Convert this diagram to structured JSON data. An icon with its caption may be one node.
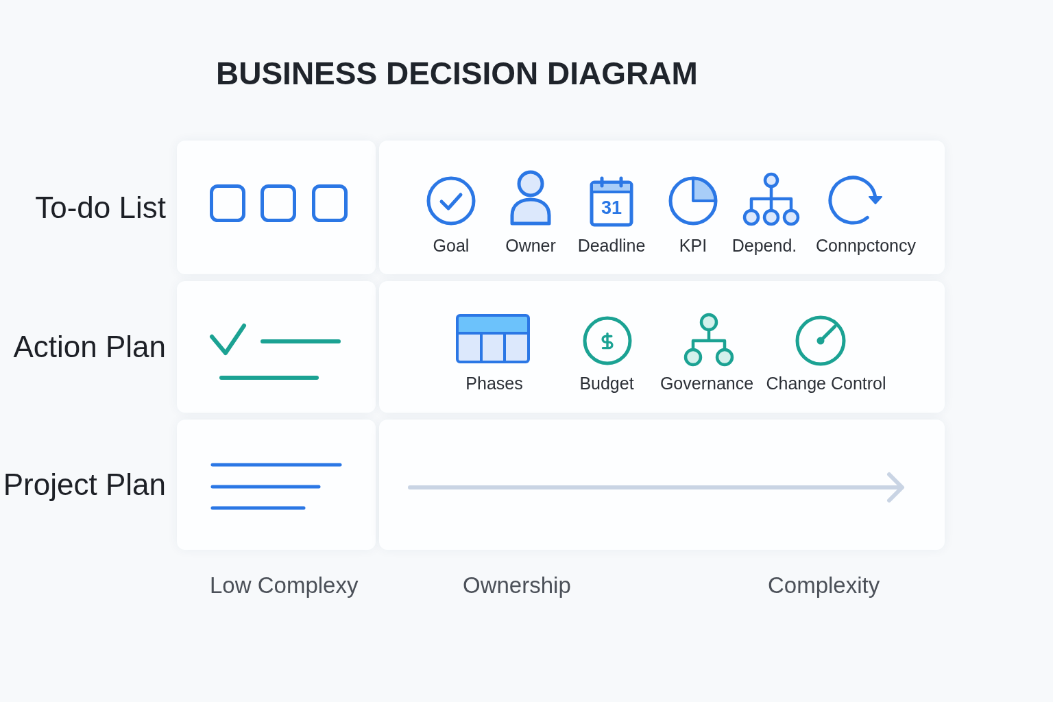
{
  "diagram": {
    "title": "BUSINESS DECISION DIAGRAM",
    "nodes": [
      {
        "text": [],
        "shape": "box",
        "beside": [
          "To-do List"
        ]
      },
      {
        "text": [
          "Goal",
          "Owner",
          "Deadline",
          "KPI",
          "Depend.",
          "Connpctoncy"
        ]
      },
      {
        "text": [],
        "shape": "box",
        "beside": [
          "Action Plan"
        ]
      },
      {
        "text": [
          "Phases",
          "Budget",
          "Governance",
          "Change Control"
        ]
      },
      {
        "text": [],
        "shape": "box",
        "beside": [
          "Project Plan"
        ]
      },
      {
        "text": [],
        "shape": "box"
      }
    ],
    "labels": [
      "31",
      "Low Complexy",
      "Ownership",
      "Complexity"
    ]
  }
}
